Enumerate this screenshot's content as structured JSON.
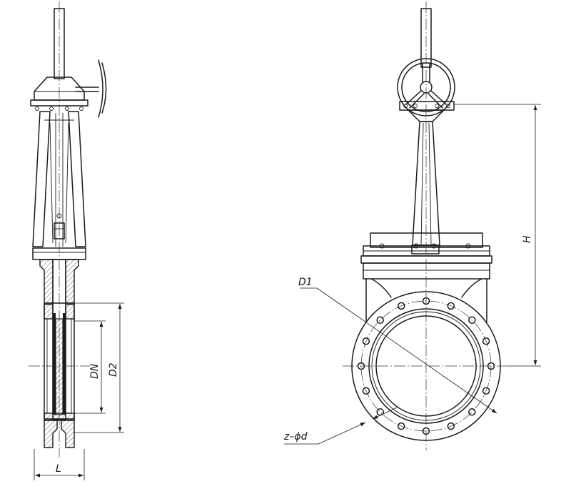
{
  "labels": {
    "length": "L",
    "nominal_diameter": "DN",
    "flange_diameter": "D2",
    "height": "H",
    "bolt_circle": "D1",
    "bolt_holes": "z–ϕd"
  },
  "colors": {
    "line": "#1a1a1a",
    "background": "#ffffff"
  }
}
